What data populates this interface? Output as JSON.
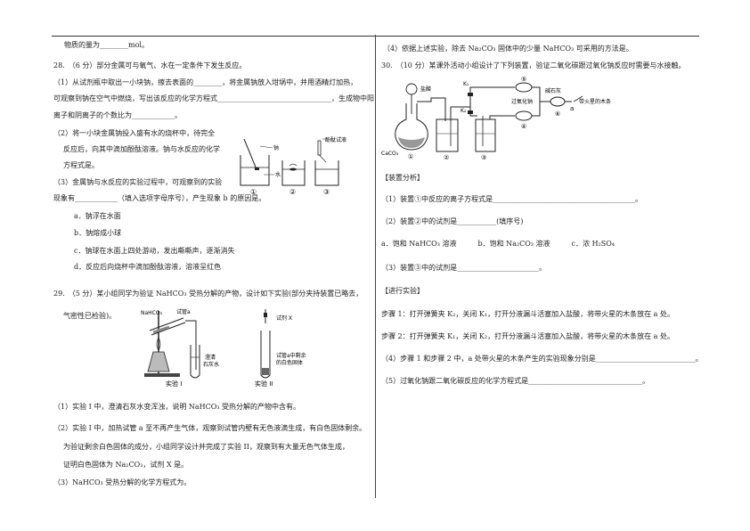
{
  "left": {
    "top_line": "物质的量为________mol。",
    "q28": {
      "head": "28.　（6 分）部分金属可与氧气、水在一定条件下发生反应。",
      "p1a": "（1）从试剂瓶中取出一小块钠，擦去表面的________，将金属钠放入坩埚中，并用酒精灯加热，",
      "p1b": "可观察到钠在空气中燃烧，写出该反应的化学方程式________________________________，生成物中阳",
      "p1c": "离子和阴离子的个数比为____________。",
      "p2a": "（2）将一小块金属钠投入盛有水的烧杯中，待完全",
      "p2b": "反应后，向其中滴加酚酞溶液。钠与水反应的化学",
      "p2c": "方程式是。",
      "p3a": "（3）金属钠与水反应的实验过程中，可观察到的实验",
      "p3b": "现象有____________（填入选项字母序号），产生现象 b 的原因是。",
      "opt_a": "a．钠浮在水面",
      "opt_b": "b．钠熔成小球",
      "opt_c": "c．钠球在水面上四处游动，发出嘶嘶声，逐渐消失",
      "opt_d": "d．反应后向烧杯中滴加酚酞溶液，溶液呈红色",
      "fig": {
        "na": "钠",
        "water": "水",
        "phenol": "酚酞试液",
        "n1": "①",
        "n2": "②",
        "n3": "③"
      }
    },
    "q29": {
      "head": "29.　（5 分）某小组同学为验证 NaHCO₃ 受热分解的产物，设计如下实验(部分夹持装置已略去，",
      "head2": "气密性已检验)。",
      "fig": {
        "nahco3": "NaHCO₃",
        "tube_a": "试管a",
        "limewater1": "澄清",
        "limewater2": "石灰水",
        "exp1": "实验 I",
        "reagent_x": "试剂 X",
        "residue1": "试管a中剩余",
        "residue2": "的白色固体",
        "exp2": "实验 II"
      },
      "p1": "（1）实验 I 中，澄清石灰水变浑浊，说明 NaHCO₃ 受热分解的产物中含有。",
      "p2a": "（2）实验 I 中，加热试管 a 至不再产生气体，观察到试管内壁有无色液滴生成，有白色固体剩余。",
      "p2b": "为验证剩余白色固体的成分，小组同学设计并完成了实验 II，观察到有大量无色气体生成，",
      "p2c": "证明白色固体为 Na₂CO₃，试剂 X 是。",
      "p3": "（3）NaHCO₃ 受热分解的化学方程式为。"
    }
  },
  "right": {
    "top_line": "（4）依据上述实验，除去 Na₂CO₃ 固体中的少量 NaHCO₃ 可采用的方法是。",
    "q30_head": "30.　（10 分）某课外活动小组设计了下列装置，验证二氧化碳跟过氧化钠反应时需要与水接触。",
    "fig": {
      "hcl": "盐酸",
      "caco3": "CaCO₃",
      "k1": "K₁",
      "k2": "K₂",
      "na2o2": "过氧化钠",
      "soda_lime": "碱石灰",
      "a": "a",
      "splint": "带火星的木条",
      "n1": "①",
      "n2": "②",
      "n3": "③",
      "n4": "④",
      "n5": "⑤",
      "n6": "⑥"
    },
    "analysis_title": "【装置分析】",
    "a1": "（1）装置①中反应的离子方程式是________________________________________。",
    "a2": "（2）装置②中的试剂是___________(填序号)",
    "a2_opts": "a．饱和 NaHCO₃ 溶液　　　b．饱和 Na₂CO₃ 溶液　　　c．浓 H₂SO₄",
    "a3": "（3）装置③中的试剂是_______________________。",
    "proc_title": "【进行实验】",
    "s1": "步骤 1：打开弹簧夹 K₂，关闭 K₁，打开分液漏斗活塞加入盐酸，将带火星的木条放在 a 处。",
    "s2": "步骤 2：打开弹簧夹 K₁，关闭 K₂，打开分液漏斗活塞加入盐酸，将带火星的木条放在 a 处。",
    "s4": "（4）步骤 1 和步骤 2 中，a 处带火星的木条产生的实验现象分别是____________________________。",
    "s5": "（5）过氧化钠跟二氧化碳反应的化学方程式是________________________________。"
  }
}
